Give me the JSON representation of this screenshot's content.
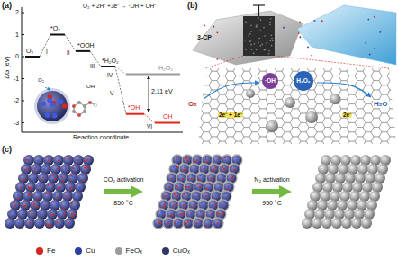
{
  "diagram": {
    "nodes": [
      {
        "text": [
          "·OH"
        ]
      },
      {
        "text": [
          "H₂O₂"
        ]
      },
      {
        "text": [
          "CO₂ activation",
          "850 °C"
        ]
      },
      {
        "text": [
          "N₂ activation",
          "950 °C"
        ]
      }
    ],
    "labels": [
      "(a)",
      "2",
      "1",
      "0",
      "-1",
      "-2",
      "-3",
      "ΔG (eV)",
      "Reaction coordinate",
      "O₂ + 2H⁺ +3e⁻ → ·OH + OH⁻",
      "O₂",
      "*O₂",
      "*OOH",
      "*H₂O₂",
      "H₂O₂",
      "*OH",
      "OH",
      "I",
      "II",
      "III",
      "IV",
      "V",
      "VI",
      "2.11 eV",
      "O₂",
      "OH",
      "(b)",
      "3-CP",
      "O₂",
      "H₂O",
      "2e⁻ + 1e⁻",
      "2e⁻",
      "(c)"
    ],
    "legend": [
      {
        "text": "Fe",
        "color": "#d7261e"
      },
      {
        "text": "Cu",
        "color": "#2c3e9e"
      },
      {
        "text": "FeOₓ",
        "color": "#9b9b9b"
      },
      {
        "text": "CuOₓ",
        "color": "#34346a"
      }
    ]
  }
}
